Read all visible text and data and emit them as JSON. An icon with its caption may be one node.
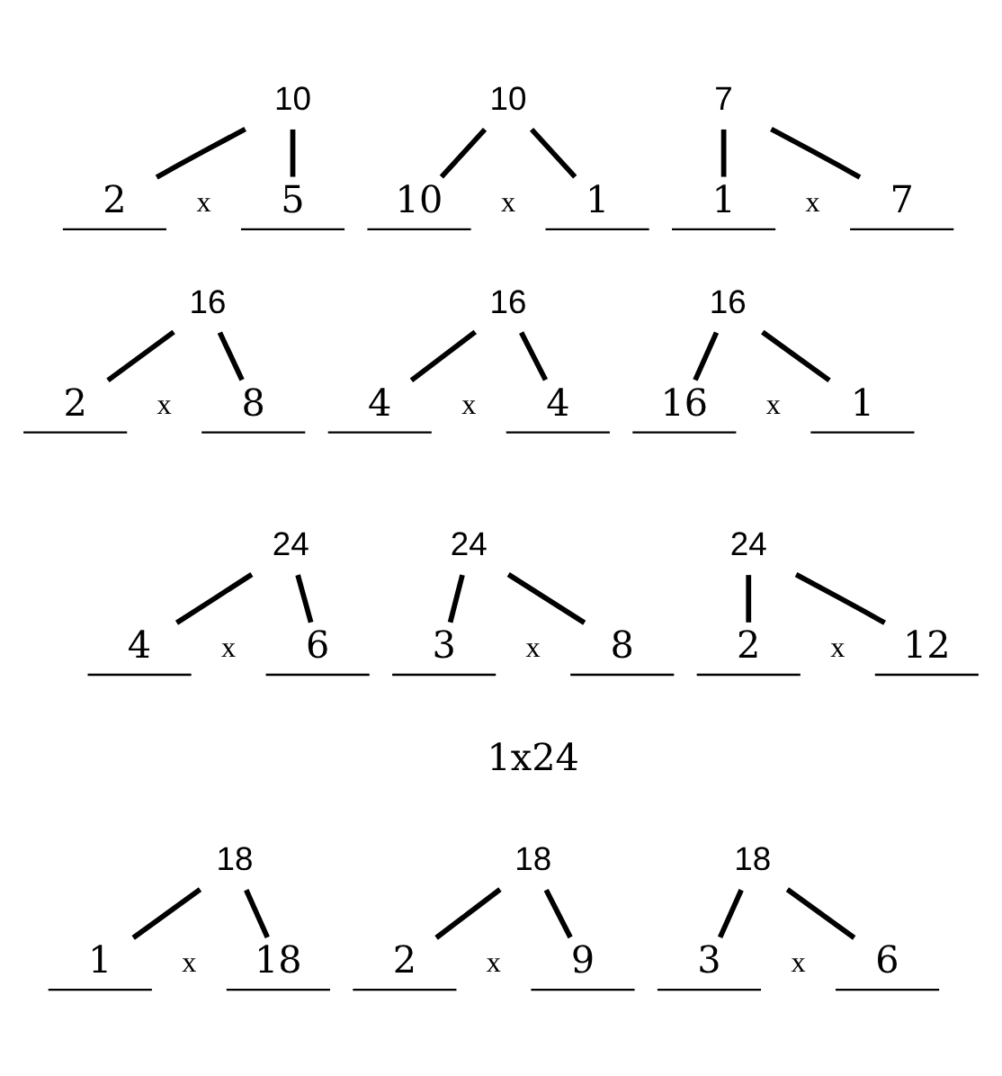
{
  "diagram": {
    "nodes": [
      {
        "text": [
          "10"
        ]
      },
      {
        "text": [
          "10"
        ]
      },
      {
        "text": [
          "7"
        ]
      },
      {
        "text": [
          "2"
        ]
      },
      {
        "text": [
          "5"
        ]
      },
      {
        "text": [
          "10"
        ]
      },
      {
        "text": [
          "1"
        ]
      },
      {
        "text": [
          "1"
        ]
      },
      {
        "text": [
          "7"
        ]
      },
      {
        "text": [
          "16"
        ]
      },
      {
        "text": [
          "16"
        ]
      },
      {
        "text": [
          "16"
        ]
      },
      {
        "text": [
          "2"
        ]
      },
      {
        "text": [
          "8"
        ]
      },
      {
        "text": [
          "4"
        ]
      },
      {
        "text": [
          "4"
        ]
      },
      {
        "text": [
          "16"
        ]
      },
      {
        "text": [
          "1"
        ]
      },
      {
        "text": [
          "24"
        ]
      },
      {
        "text": [
          "24"
        ]
      },
      {
        "text": [
          "24"
        ]
      },
      {
        "text": [
          "4"
        ]
      },
      {
        "text": [
          "6"
        ]
      },
      {
        "text": [
          "3"
        ]
      },
      {
        "text": [
          "8"
        ]
      },
      {
        "text": [
          "2"
        ]
      },
      {
        "text": [
          "12"
        ]
      },
      {
        "text": [
          "18"
        ]
      },
      {
        "text": [
          "18"
        ]
      },
      {
        "text": [
          "18"
        ]
      },
      {
        "text": [
          "1"
        ]
      },
      {
        "text": [
          "18"
        ]
      },
      {
        "text": [
          "2"
        ]
      },
      {
        "text": [
          "9"
        ]
      },
      {
        "text": [
          "3"
        ]
      },
      {
        "text": [
          "6"
        ]
      }
    ],
    "edges": [
      {
        "from": 0,
        "to": 3,
        "arrow": "none"
      },
      {
        "from": 0,
        "to": 4,
        "arrow": "none"
      },
      {
        "from": 1,
        "to": 5,
        "arrow": "none"
      },
      {
        "from": 1,
        "to": 6,
        "arrow": "none"
      },
      {
        "from": 2,
        "to": 7,
        "arrow": "none"
      },
      {
        "from": 2,
        "to": 8,
        "arrow": "none"
      },
      {
        "from": 9,
        "to": 12,
        "arrow": "none"
      },
      {
        "from": 9,
        "to": 13,
        "arrow": "none"
      },
      {
        "from": 10,
        "to": 14,
        "arrow": "none"
      },
      {
        "from": 10,
        "to": 15,
        "arrow": "none"
      },
      {
        "from": 11,
        "to": 16,
        "arrow": "none"
      },
      {
        "from": 11,
        "to": 17,
        "arrow": "none"
      },
      {
        "from": 18,
        "to": 21,
        "arrow": "none"
      },
      {
        "from": 18,
        "to": 22,
        "arrow": "none"
      },
      {
        "from": 19,
        "to": 23,
        "arrow": "none"
      },
      {
        "from": 19,
        "to": 24,
        "arrow": "none"
      },
      {
        "from": 20,
        "to": 25,
        "arrow": "none"
      },
      {
        "from": 20,
        "to": 26,
        "arrow": "none"
      },
      {
        "from": 27,
        "to": 30,
        "arrow": "none"
      },
      {
        "from": 27,
        "to": 31,
        "arrow": "none"
      },
      {
        "from": 28,
        "to": 32,
        "arrow": "none"
      },
      {
        "from": 28,
        "to": 33,
        "arrow": "none"
      },
      {
        "from": 29,
        "to": 34,
        "arrow": "none"
      },
      {
        "from": 29,
        "to": 35,
        "arrow": "none"
      }
    ],
    "labels": [
      "x",
      "x",
      "x",
      "x",
      "x",
      "x",
      "x",
      "x",
      "x",
      "1x24",
      "x",
      "x",
      "x"
    ]
  }
}
